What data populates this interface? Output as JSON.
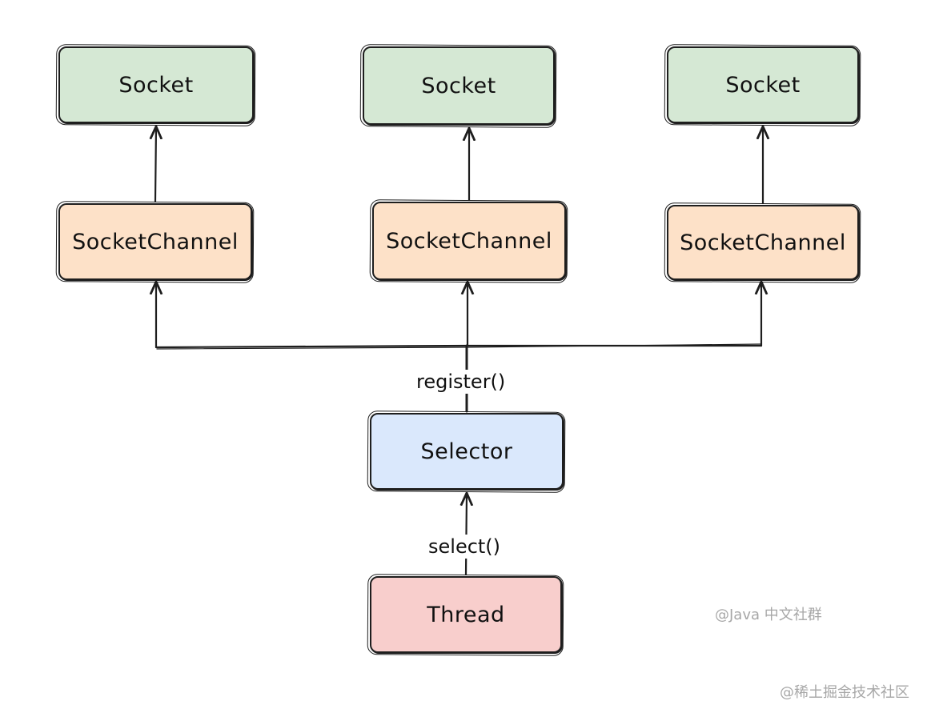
{
  "nodes": {
    "socket_1": "Socket",
    "socket_2": "Socket",
    "socket_3": "Socket",
    "channel_1": "SocketChannel",
    "channel_2": "SocketChannel",
    "channel_3": "SocketChannel",
    "selector": "Selector",
    "thread": "Thread"
  },
  "edges": {
    "register": "register()",
    "select": "select()"
  },
  "watermarks": {
    "community": "@Java 中文社群",
    "site": "@稀土掘金技术社区"
  },
  "colors": {
    "socket_fill": "#d5e8d4",
    "channel_fill": "#fde1c8",
    "selector_fill": "#dae8fc",
    "thread_fill": "#f8cecc",
    "stroke": "#1e1e1e"
  }
}
